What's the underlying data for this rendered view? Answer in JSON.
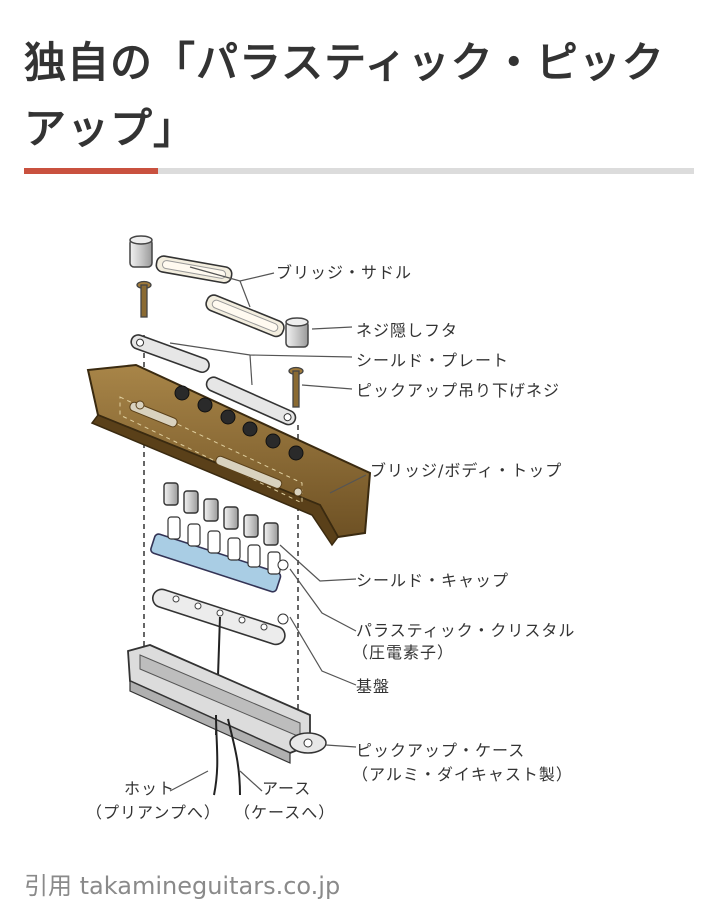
{
  "article": {
    "title": "独自の「パラスティック・ピックアップ」",
    "accent_color": "#c9513f",
    "credit_prefix": "引用",
    "credit_source": "takamineguitars.co.jp"
  },
  "diagram": {
    "labels": {
      "bridge_saddle": "ブリッジ・サドル",
      "screw_cap": "ネジ隠しフタ",
      "shield_plate": "シールド・プレート",
      "pickup_mount_screw": "ピックアップ吊り下げネジ",
      "bridge_body_top": "ブリッジ/ボディ・トップ",
      "shield_cap": "シールド・キャップ",
      "palathetic_crystal": "パラスティック・クリスタル",
      "palathetic_crystal_note": "（圧電素子）",
      "base_board": "基盤",
      "pickup_case": "ピックアップ・ケース",
      "pickup_case_note": "（アルミ・ダイキャスト製）",
      "hot": "ホット",
      "hot_note": "（プリアンプへ）",
      "earth": "アース",
      "earth_note": "（ケースへ）"
    },
    "colors": {
      "bridge_wood": "#8a6a32",
      "crystal": "#a9cde4",
      "metal": "#cfcfcf"
    }
  }
}
